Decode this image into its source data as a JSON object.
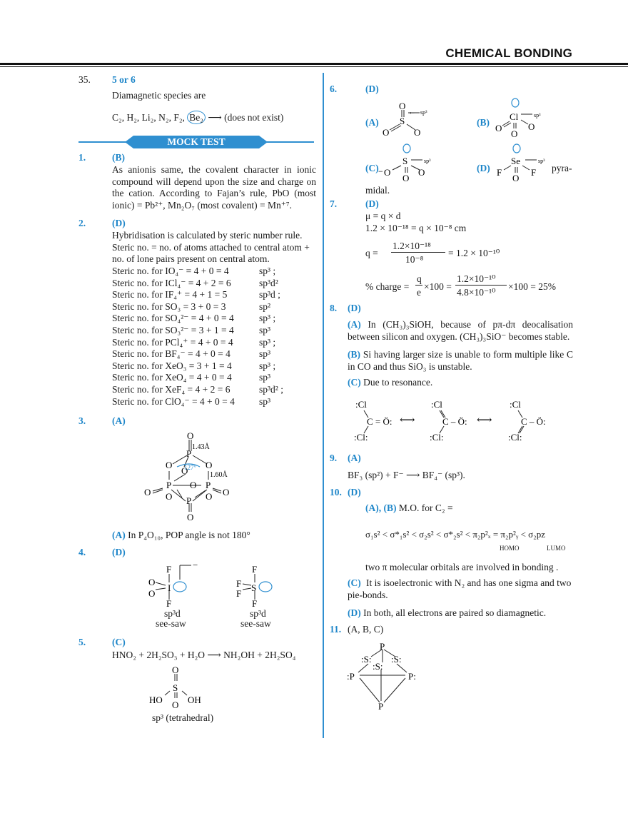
{
  "header": {
    "title": "CHEMICAL BONDING"
  },
  "q35": {
    "num": "35.",
    "ans": "5 or 6",
    "line1": "Diamagnetic species are",
    "species": "C₂, H₂, Li₂, N₂, F₂,",
    "be": "Be₂",
    "note": "(does not exist)"
  },
  "mock": {
    "label": "MOCK TEST"
  },
  "q1": {
    "num": "1.",
    "ans": "(B)",
    "text": "As anionis same, the covalent character in ionic compound will depend upon the size and charge on the cation. According to Fajan’s rule, PbO (most ionic) = Pb²⁺, Mn₂O₇ (most covalent) = Mn⁺⁷."
  },
  "q2": {
    "num": "2.",
    "ans": "(D)",
    "l1": "Hybridisation is calculated by steric number rule.",
    "l2": "Steric no. = no. of atoms attached to central atom +",
    "l3": "no. of lone pairs present on central atom.",
    "rows": [
      [
        "Steric no. for IO₄⁻ = 4 + 0 = 4",
        "sp³ ;"
      ],
      [
        "Steric no. for ICl₄⁻ = 4 + 2 = 6",
        "sp³d²"
      ],
      [
        "Steric no. for IF₄⁺ = 4 + 1 = 5",
        "sp³d ;"
      ],
      [
        "Steric no. for SO₃ = 3 + 0 = 3",
        "sp²"
      ],
      [
        "Steric no. for SO₄²⁻ = 4 + 0 = 4",
        "sp³ ;"
      ],
      [
        "Steric no. for SO₃²⁻ = 3 + 1 = 4",
        "sp³"
      ],
      [
        "Steric no. for PCl₄⁺ = 4 + 0 = 4",
        "sp³ ;"
      ],
      [
        "Steric no. for BF₄⁻ = 4 + 0 = 4",
        "sp³"
      ],
      [
        "Steric no. for XeO₃ = 3 + 1 = 4",
        "sp³ ;"
      ],
      [
        "Steric no. for XeO₄ = 4 + 0 = 4",
        "sp³"
      ],
      [
        "Steric no. for XeF₄ = 4 + 2 = 6",
        "sp³d² ;"
      ],
      [
        "Steric no. for ClO₄⁻ = 4 + 0 = 4",
        "sp³"
      ]
    ]
  },
  "q3": {
    "num": "3.",
    "ans": "(A)",
    "bond1": "1.43Å",
    "angle": "127°",
    "bond2": "1.60Å",
    "caption_a": "(A)",
    "caption": "In P₄O₁₀, POP angle is not 180°"
  },
  "q4": {
    "num": "4.",
    "ans": "(D)",
    "hyb1": "sp³d",
    "shape1": "see-saw",
    "hyb2": "sp³d",
    "shape2": "see-saw"
  },
  "q5": {
    "num": "5.",
    "ans": "(C)",
    "eq": "HNO₂ + 2H₂SO₃ + H₂O ⟶ NH₂OH + 2H₂SO₄",
    "caption": "sp³ (tetrahedral)"
  },
  "q6": {
    "num": "6.",
    "ans": "(D)",
    "a": "(A)",
    "b": "(B)",
    "c": "(C)",
    "d": "(D)",
    "sp": "sp³",
    "pyra": "pyra-",
    "midal": "midal."
  },
  "q7": {
    "num": "7.",
    "ans": "(D)",
    "l1": "μ = q × d",
    "l2": "1.2 × 10⁻¹⁸ = q × 10⁻⁸ cm",
    "l3_lhs": "q =",
    "l3_num": "1.2×10⁻¹⁸",
    "l3_den": "10⁻⁸",
    "l3_rhs": "= 1.2 × 10⁻¹⁰",
    "l4_lhs": "% charge =",
    "l4_q": "q",
    "l4_e": "e",
    "l4_mid": "×100 =",
    "l4_num": "1.2×10⁻¹⁰",
    "l4_den": "4.8×10⁻¹⁰",
    "l4_rhs": "×100 = 25%"
  },
  "q8": {
    "num": "8.",
    "ans": "(D)",
    "a_lbl": "(A)",
    "a_txt": "In (CH₃)₃SiOH, because of pπ-dπ deocalisation between silicon and oxygen. (CH₃)₃SiO⁻ becomes stable.",
    "b_lbl": "(B)",
    "b_txt": "Si having larger size is unable to form multiple like C in CO and thus SiO₃ is unstable.",
    "c_lbl": "(C)",
    "c_txt": "Due to resonance."
  },
  "q9": {
    "num": "9.",
    "ans": "(A)",
    "eq": "BF₃ (sp²) + F⁻ ⟶ BF₄⁻ (sp³)."
  },
  "q10": {
    "num": "10.",
    "ans": "(D)",
    "ab": "(A), (B)",
    "mo": "M.O. for C₂ =",
    "order": "σ₁s² < σ*₁s² < σ₂s² < σ*₂s² < π₂p²ₓ = π₂p²ᵧ < σ₂pz",
    "homo": "HOMO",
    "lumo": "LUMO",
    "line2": "two π molecular orbitals are involved in bonding .",
    "c_lbl": "(C)",
    "c_txt": "It is isoelectronic with N₂ and has one sigma and two pie-bonds.",
    "d_lbl": "(D)",
    "d_txt": "In both, all electrons are paired so diamagnetic."
  },
  "q11": {
    "num": "11.",
    "ans": "(A, B, C)"
  }
}
